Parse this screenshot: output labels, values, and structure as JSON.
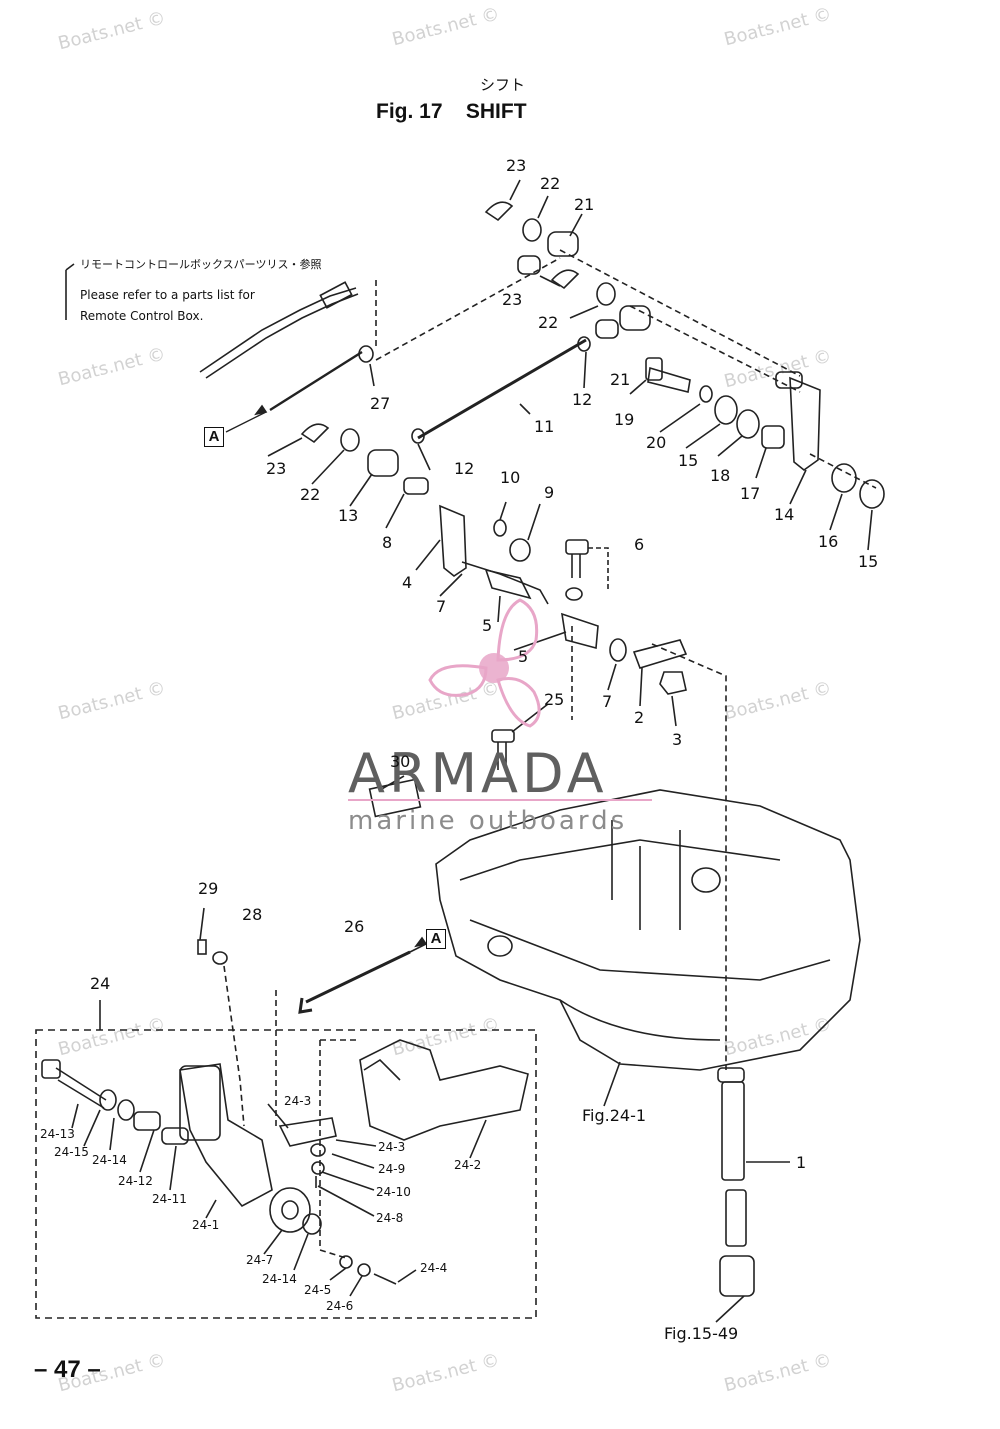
{
  "header": {
    "kana": "シフト",
    "title": "Fig. 17    SHIFT"
  },
  "note": {
    "jp": "リモートコントロールボックスパーツリス・参照",
    "en_line1": "Please refer to a parts list for",
    "en_line2": "Remote Control Box."
  },
  "ref_box_label": "A",
  "fig_refs": {
    "fig_24_1": "Fig.24-1",
    "fig_15_49": "Fig.15-49"
  },
  "page_number": "– 47 –",
  "brand": {
    "name": "ARMADA",
    "tagline": "marine outboards",
    "accent_color": "#e8a6c8"
  },
  "watermark": "Boats.net ©",
  "callouts": {
    "c23a": "23",
    "c22a": "22",
    "c21a": "21",
    "c23b": "23",
    "c22b": "22",
    "c27": "27",
    "c12a": "12",
    "c21b": "21",
    "c19": "19",
    "c11": "11",
    "c20": "20",
    "c15a": "15",
    "c18": "18",
    "c17": "17",
    "c14": "14",
    "c23c": "23",
    "c22c": "22",
    "c12b": "12",
    "c13": "13",
    "c10": "10",
    "c9": "9",
    "c8": "8",
    "c16": "16",
    "c15b": "15",
    "c6": "6",
    "c4": "4",
    "c7a": "7",
    "c5a": "5",
    "c5b": "5",
    "c7b": "7",
    "c2": "2",
    "c3": "3",
    "c25": "25",
    "c30": "30",
    "c29": "29",
    "c28": "28",
    "c26": "26",
    "c24": "24",
    "c1": "1",
    "s24_3a": "24-3",
    "s24_3b": "24-3",
    "s24_9": "24-9",
    "s24_10": "24-10",
    "s24_8": "24-8",
    "s24_2": "24-2",
    "s24_13": "24-13",
    "s24_15": "24-15",
    "s24_14a": "24-14",
    "s24_12": "24-12",
    "s24_11": "24-11",
    "s24_1": "24-1",
    "s24_7": "24-7",
    "s24_14b": "24-14",
    "s24_5": "24-5",
    "s24_6": "24-6",
    "s24_4": "24-4"
  }
}
